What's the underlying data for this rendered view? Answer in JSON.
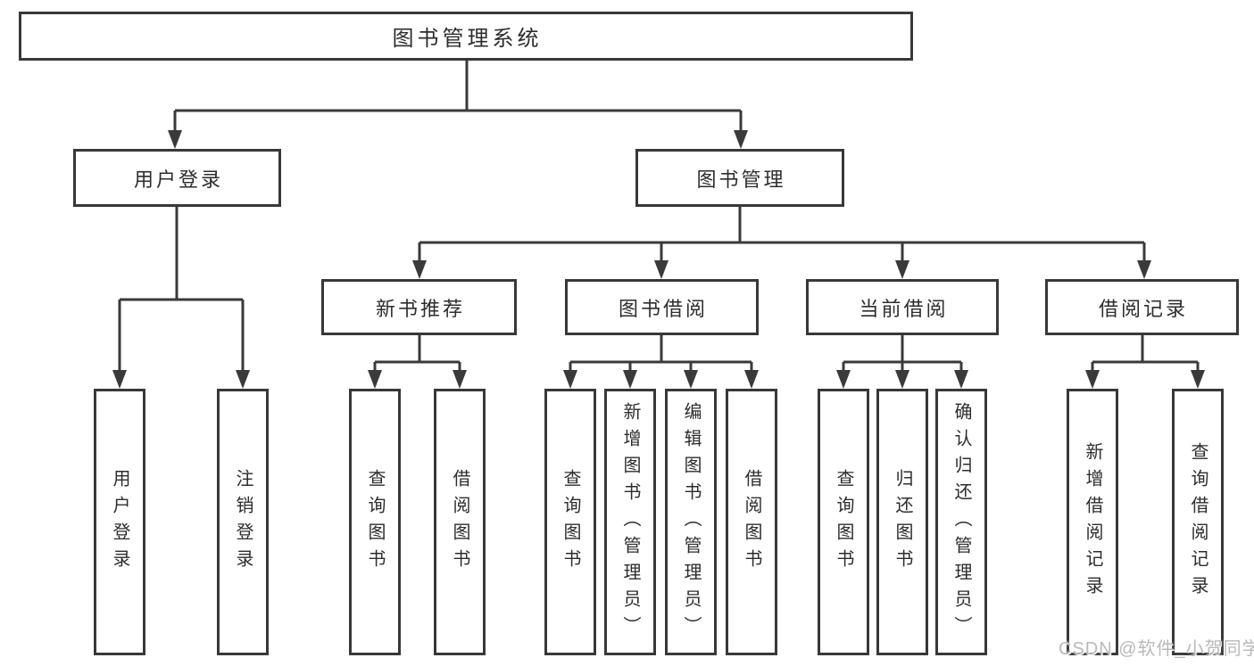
{
  "diagram_type": "hierarchy-tree",
  "tree": {
    "label": "图书管理系统",
    "children": [
      {
        "label": "用户登录",
        "children": [
          {
            "label": "用户登录"
          },
          {
            "label": "注销登录"
          }
        ]
      },
      {
        "label": "图书管理",
        "children": [
          {
            "label": "新书推荐",
            "children": [
              {
                "label": "查询图书"
              },
              {
                "label": "借阅图书"
              }
            ]
          },
          {
            "label": "图书借阅",
            "children": [
              {
                "label": "查询图书"
              },
              {
                "label": "新增图书（管理员）"
              },
              {
                "label": "编辑图书（管理员）"
              },
              {
                "label": "借阅图书"
              }
            ]
          },
          {
            "label": "当前借阅",
            "children": [
              {
                "label": "查询图书"
              },
              {
                "label": "归还图书"
              },
              {
                "label": "确认归还（管理员）"
              }
            ]
          },
          {
            "label": "借阅记录",
            "children": [
              {
                "label": "新增借阅记录"
              },
              {
                "label": "查询借阅记录"
              }
            ]
          }
        ]
      }
    ]
  },
  "watermark": {
    "text": "CSDN @软件_小贺同学"
  },
  "colors": {
    "background": "#ffffff",
    "line": "#3a3a3a",
    "box_border": "#383838",
    "text": "#2d2d2d",
    "watermark": "#b9b9b9"
  }
}
